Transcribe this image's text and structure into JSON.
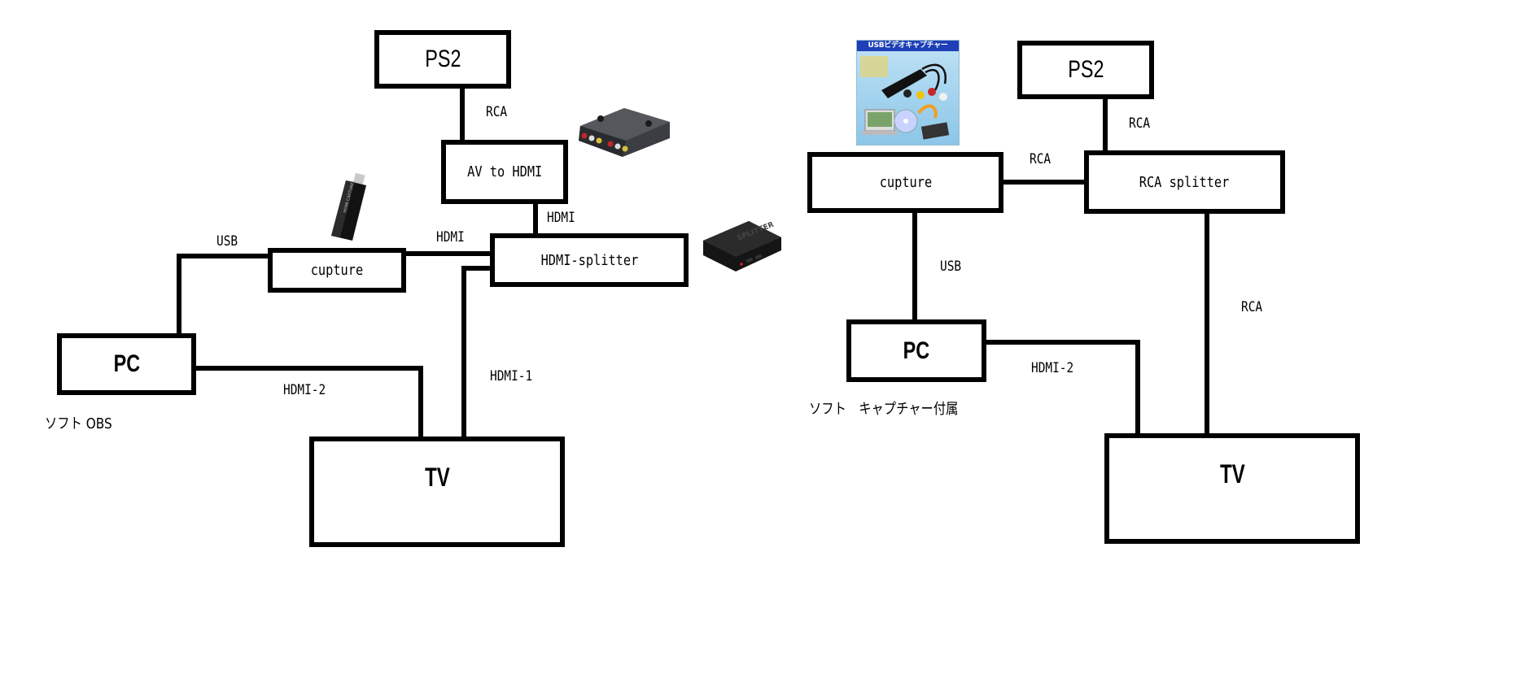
{
  "left_diagram": {
    "boxes": {
      "ps2": "PS2",
      "av_to_hdmi": "AV to HDMI",
      "hdmi_splitter": "HDMI-splitter",
      "capture": "cupture",
      "pc": "PC",
      "tv": "TV"
    },
    "wire_labels": {
      "ps2_to_av": "RCA",
      "av_to_splitter": "HDMI",
      "splitter_to_capture": "HDMI",
      "capture_to_pc": "USB",
      "pc_to_tv": "HDMI-2",
      "splitter_to_tv": "HDMI-1"
    },
    "software_note": "ソフト OBS",
    "product_photos": [
      "av-to-hdmi-converter-photo",
      "usb-hdmi-capture-stick-photo",
      "hdmi-splitter-photo"
    ]
  },
  "right_diagram": {
    "boxes": {
      "ps2": "PS2",
      "rca_splitter": "RCA splitter",
      "capture": "cupture",
      "pc": "PC",
      "tv": "TV"
    },
    "wire_labels": {
      "ps2_to_splitter": "RCA",
      "splitter_to_capture": "RCA",
      "capture_to_pc": "USB",
      "pc_to_tv": "HDMI-2",
      "splitter_to_tv": "RCA"
    },
    "software_note": "ソフト　キャプチャー付属",
    "product_package": {
      "title": "USBビデオキャプチャー"
    }
  }
}
